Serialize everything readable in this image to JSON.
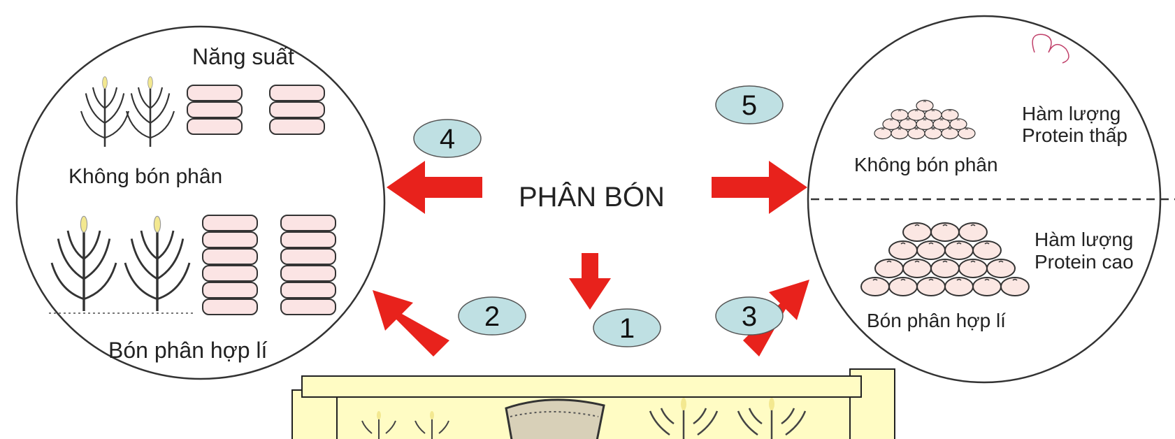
{
  "center_label": "PHÂN BÓN",
  "badges": [
    "1",
    "2",
    "3",
    "4",
    "5"
  ],
  "left_panel": {
    "top_label": "Năng suất",
    "upper_caption": "Không bón phân",
    "lower_caption": "Bón phân hợp lí"
  },
  "right_panel": {
    "upper_note_line1": "Hàm lượng",
    "upper_note_line2": "Protein thấp",
    "upper_caption": "Không bón phân",
    "lower_note_line1": "Hàm lượng",
    "lower_note_line2": "Protein cao",
    "lower_caption": "Bón phân hợp lí"
  },
  "colors": {
    "arrow": "#e8221c",
    "badge_fill": "#bfe0e3",
    "scroll_fill": "#fffcc4"
  }
}
